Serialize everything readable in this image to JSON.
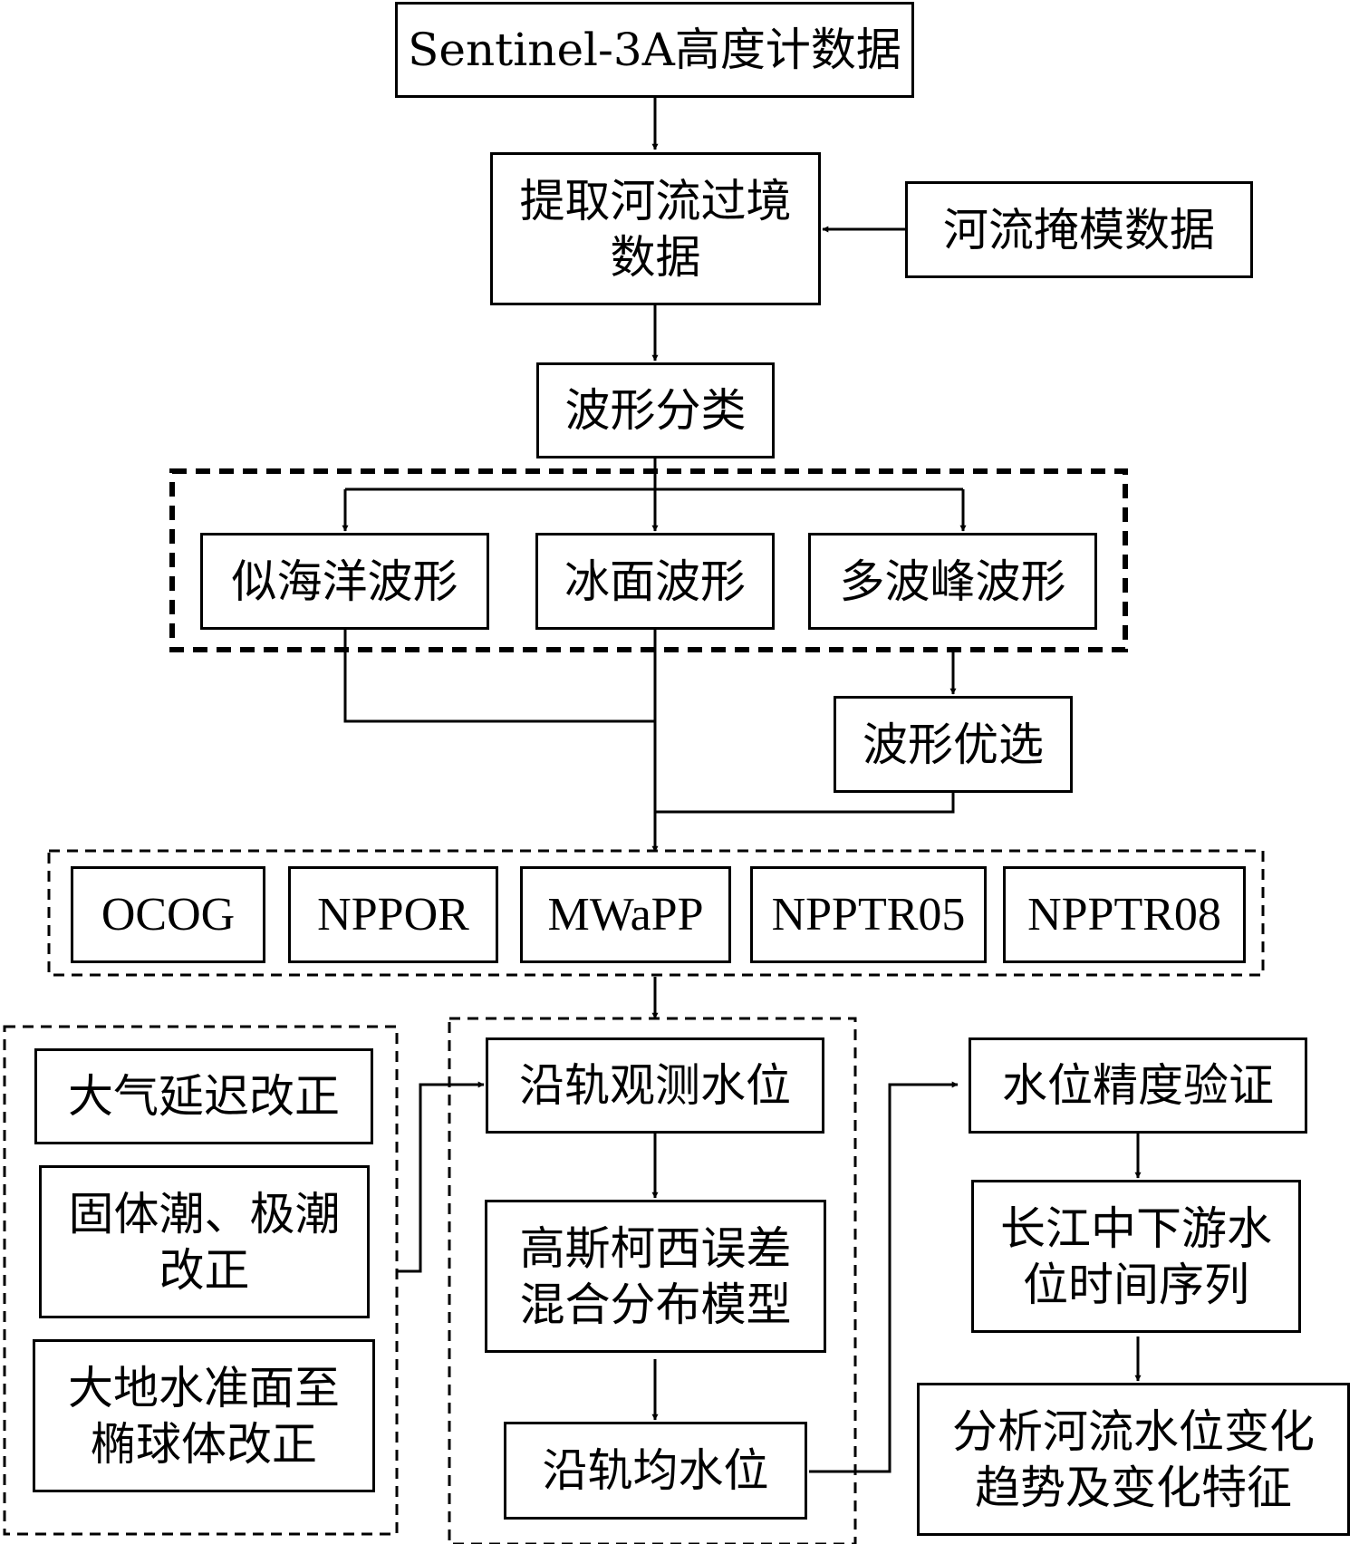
{
  "title": "",
  "nodes": {
    "sentinel": "Sentinel-3A高度计数据",
    "extract": [
      "提取河流过境",
      "数据"
    ],
    "mask": "河流掩模数据",
    "classify": "波形分类",
    "wave_ocean": "似海洋波形",
    "wave_ice": "冰面波形",
    "wave_multi": "多波峰波形",
    "optimize": "波形优选",
    "retrackers": [
      "OCOG",
      "NPPOR",
      "MWaPP",
      "NPPTR05",
      "NPPTR08"
    ],
    "corr_atmo": "大气延迟改正",
    "corr_tide": [
      "固体潮、极潮",
      "改正"
    ],
    "corr_geoid": [
      "大地水准面至",
      "椭球体改正"
    ],
    "along_track": "沿轨观测水位",
    "gauss_cauchy": [
      "高斯柯西误差",
      "混合分布模型"
    ],
    "mean_level": "沿轨均水位",
    "validation": "水位精度验证",
    "timeseries": [
      "长江中下游水",
      "位时间序列"
    ],
    "analysis": [
      "分析河流水位变化",
      "趋势及变化特征"
    ]
  },
  "colors": {
    "line": "#000000",
    "background": "#ffffff"
  }
}
